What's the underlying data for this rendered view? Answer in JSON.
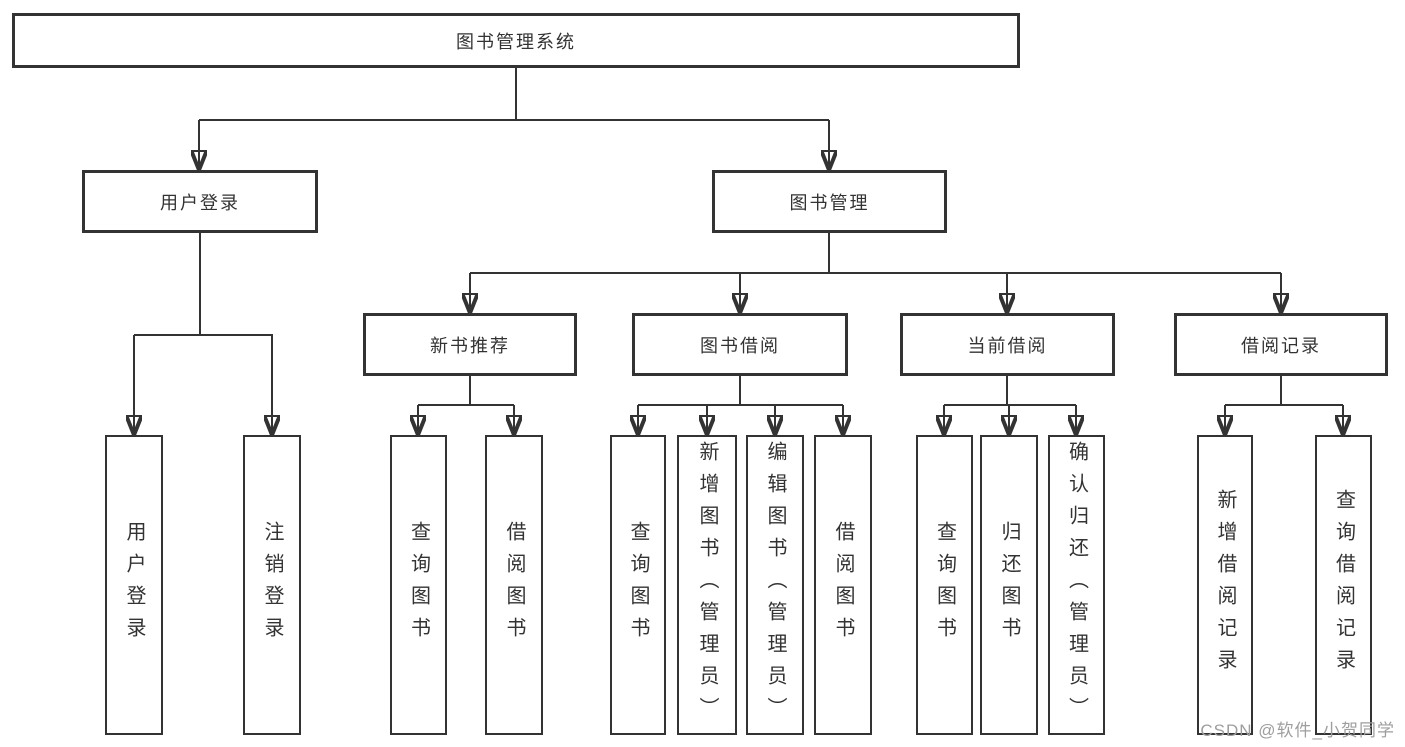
{
  "diagram_title": "图书管理系统",
  "nodes": {
    "root": {
      "label": "图书管理系统"
    },
    "user_login": {
      "label": "用户登录",
      "children": [
        {
          "label": "用户登录"
        },
        {
          "label": "注销登录"
        }
      ]
    },
    "book_mgmt": {
      "label": "图书管理",
      "children": [
        {
          "label": "新书推荐",
          "children": [
            {
              "label": "查询图书"
            },
            {
              "label": "借阅图书"
            }
          ]
        },
        {
          "label": "图书借阅",
          "children": [
            {
              "label": "查询图书"
            },
            {
              "label": "新增图书（管理员）"
            },
            {
              "label": "编辑图书（管理员）"
            },
            {
              "label": "借阅图书"
            }
          ]
        },
        {
          "label": "当前借阅",
          "children": [
            {
              "label": "查询图书"
            },
            {
              "label": "归还图书"
            },
            {
              "label": "确认归还（管理员）"
            }
          ]
        },
        {
          "label": "借阅记录",
          "children": [
            {
              "label": "新增借阅记录"
            },
            {
              "label": "查询借阅记录"
            }
          ]
        }
      ]
    }
  },
  "watermark": {
    "text": "CSDN @软件_小贺同学",
    "color": "#9e9e9e"
  },
  "colors": {
    "line": "#333333",
    "box_border": "#333333",
    "text": "#333333",
    "background": "#ffffff"
  }
}
